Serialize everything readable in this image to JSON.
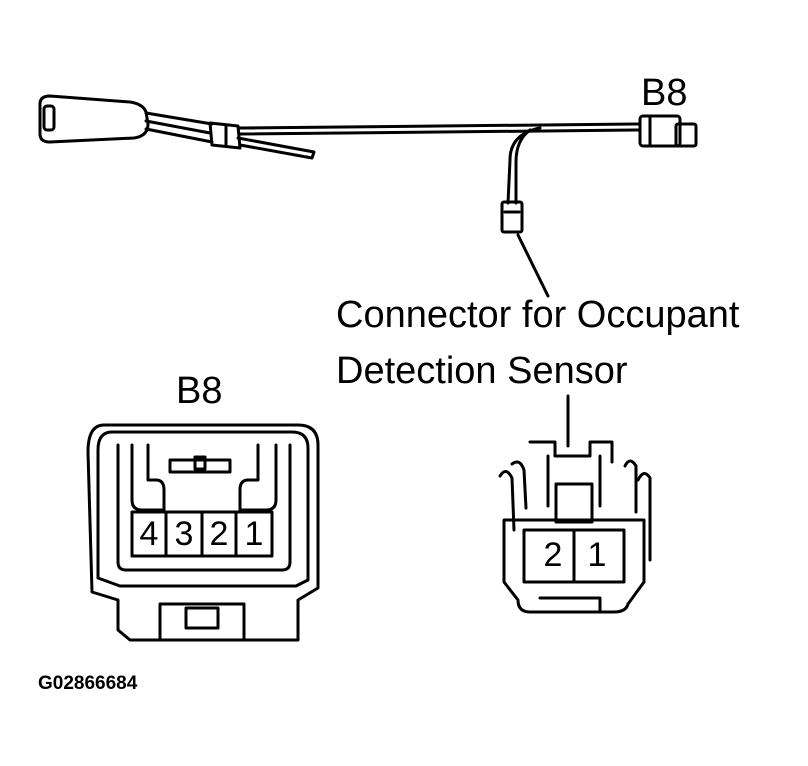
{
  "labels": {
    "top_connector": "B8",
    "callout_line1": "Connector for Occupant",
    "callout_line2": "Detection Sensor",
    "left_connector": "B8",
    "figure_id": "G02866684"
  },
  "left_connector_pins": [
    "4",
    "3",
    "2",
    "1"
  ],
  "right_connector_pins": [
    "2",
    "1"
  ]
}
